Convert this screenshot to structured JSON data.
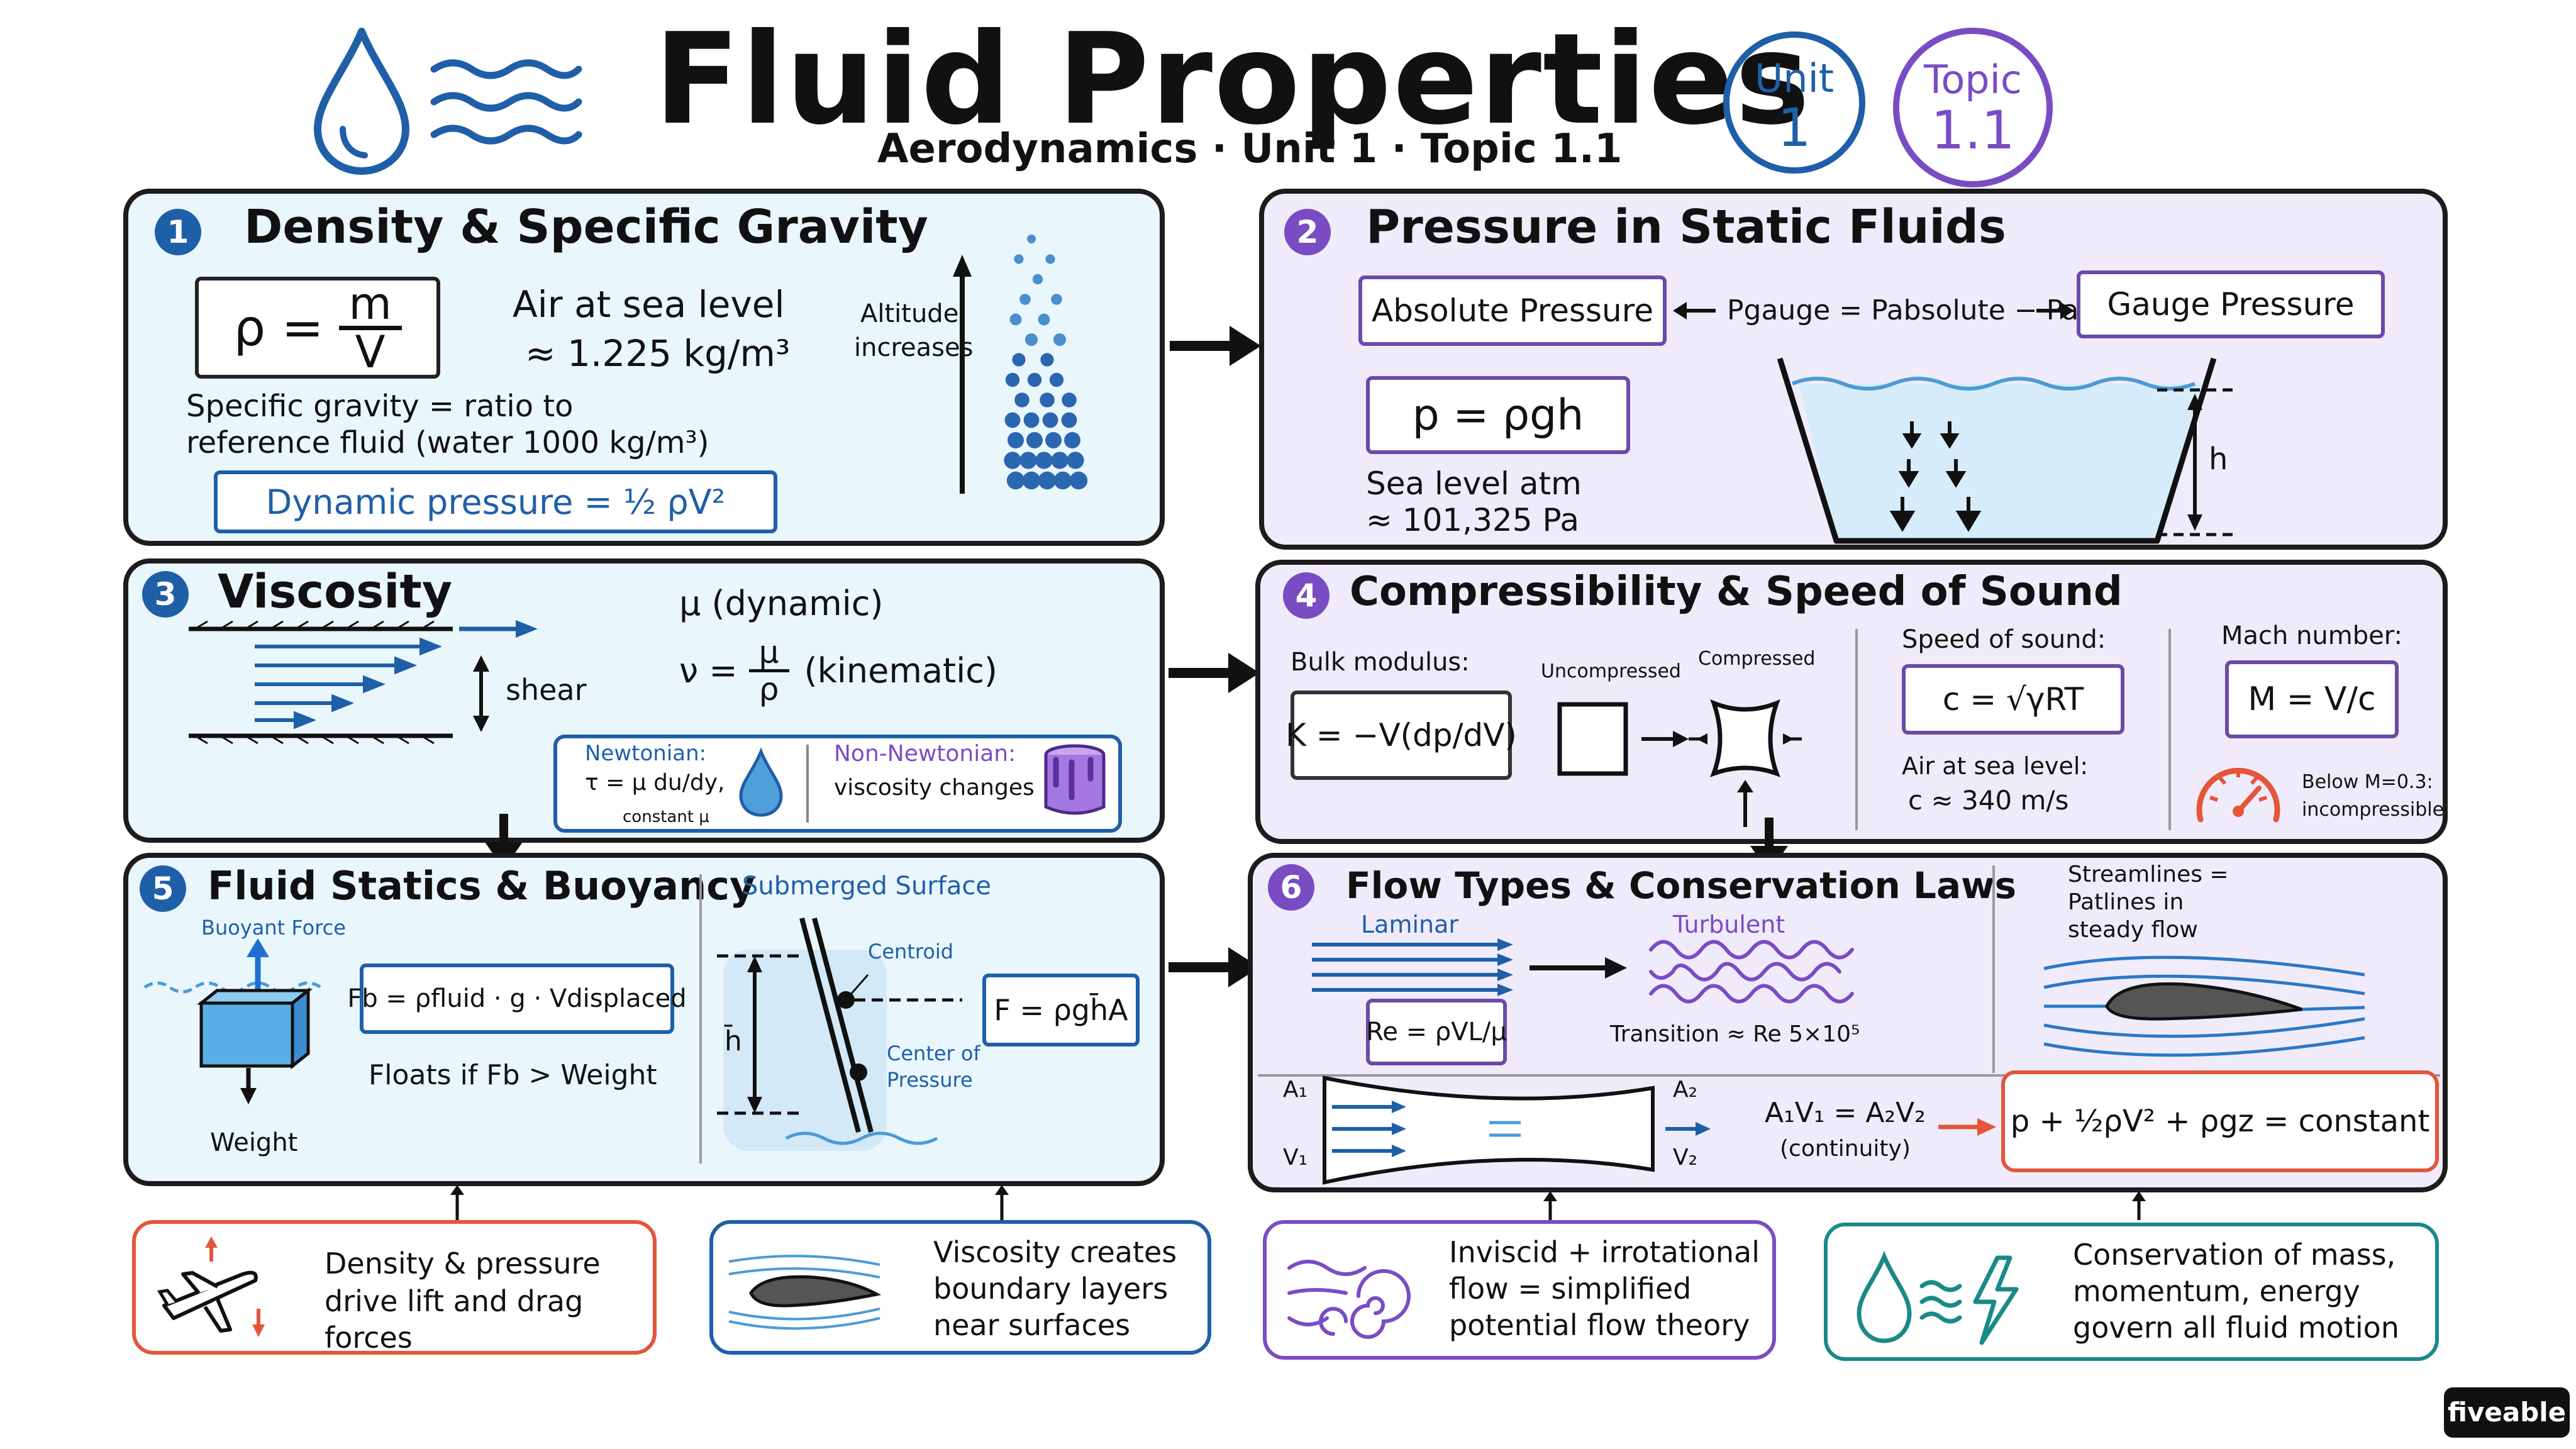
{
  "header": {
    "title": "Fluid Properties",
    "subtitle": "Aerodynamics · Unit 1 · Topic 1.1",
    "unit_badge": {
      "label": "Unit",
      "value": "1"
    },
    "topic_badge": {
      "label": "Topic",
      "value": "1.1"
    }
  },
  "panel1": {
    "number": "1",
    "title": "Density & Specific Gravity",
    "formula_lhs": "ρ =",
    "formula_num": "m",
    "formula_den": "V",
    "air_line1": "Air at sea level",
    "air_line2": "≈ 1.225 kg/m³",
    "sg_line1": "Specific gravity = ratio to",
    "sg_line2": "reference fluid (water 1000 kg/m³)",
    "dynamic": "Dynamic pressure = ½ ρV²",
    "altitude_line1": "Altitude",
    "altitude_line2": "increases"
  },
  "panel2": {
    "number": "2",
    "title": "Pressure in Static Fluids",
    "absolute": "Absolute Pressure",
    "gauge_eq": "Pgauge = Pabsolute − Patm",
    "gauge": "Gauge Pressure",
    "formula": "p = ρgh",
    "atm_line1": "Sea level atm",
    "atm_line2": "≈ 101,325 Pa",
    "h_label": "h"
  },
  "panel3": {
    "number": "3",
    "title": "Viscosity",
    "shear": "shear",
    "dynamic": "μ (dynamic)",
    "kinematic_lhs": "ν =",
    "kinematic_num": "μ",
    "kinematic_den": "ρ",
    "kinematic_label": "(kinematic)",
    "newtonian_title": "Newtonian:",
    "newtonian_eq": "τ = μ du/dy,",
    "newtonian_note": "constant μ",
    "non_newtonian_title": "Non-Newtonian:",
    "non_newtonian_text": "viscosity changes"
  },
  "panel4": {
    "number": "4",
    "title": "Compressibility & Speed of Sound",
    "bulk_label": "Bulk modulus:",
    "bulk_formula": "K = −V(dp/dV)",
    "uncompressed": "Uncompressed",
    "compressed": "Compressed",
    "sound_label": "Speed of sound:",
    "sound_formula": "c = √γRT",
    "air_line1": "Air at sea level:",
    "air_line2": "c ≈ 340 m/s",
    "mach_label": "Mach number:",
    "mach_formula": "M = V/c",
    "mach_note_line1": "Below M=0.3:",
    "mach_note_line2": "incompressible"
  },
  "panel5": {
    "number": "5",
    "title": "Fluid Statics & Buoyancy",
    "buoyant": "Buoyant Force",
    "formula": "Fb = ρfluid · g · Vdisplaced",
    "floats": "Floats if Fb > Weight",
    "weight": "Weight",
    "submerged": "Submerged Surface",
    "centroid": "Centroid",
    "center_line1": "Center of",
    "center_line2": "Pressure",
    "hbar": "h̄",
    "force_formula": "F = ρgh̄A"
  },
  "panel6": {
    "number": "6",
    "title": "Flow Types & Conservation Laws",
    "laminar": "Laminar",
    "turbulent": "Turbulent",
    "reynolds": "Re = ρVL/μ",
    "transition": "Transition ≈ Re 5×10⁵",
    "streamlines_line1": "Streamlines =",
    "streamlines_line2": "Patlines in",
    "streamlines_line3": "steady flow",
    "a1": "A₁",
    "v1": "V₁",
    "a2": "A₂",
    "v2": "V₂",
    "continuity": "A₁V₁ = A₂V₂",
    "continuity_label": "(continuity)",
    "bernoulli": "p + ½ρV² + ρgz = constant"
  },
  "cards": [
    {
      "line1": "Density & pressure",
      "line2": "drive lift and drag forces",
      "line3": "",
      "icon": "airplane-icon",
      "color": "#e4553a"
    },
    {
      "line1": "Viscosity creates",
      "line2": "boundary layers",
      "line3": "near surfaces",
      "icon": "airfoil-icon",
      "color": "#1f5fa8"
    },
    {
      "line1": "Inviscid + irrotational",
      "line2": "flow = simplified",
      "line3": "potential flow theory",
      "icon": "swirl-icon",
      "color": "#7a4cc4"
    },
    {
      "line1": "Conservation of mass,",
      "line2": "momentum, energy",
      "line3": "govern all fluid motion",
      "icon": "drop-wave-bolt-icon",
      "color": "#1a8a88"
    }
  ],
  "brand": "fiveable",
  "colors": {
    "blue": "#1f5fa8",
    "purple": "#7a4cc4",
    "red": "#e4553a",
    "teal": "#1a8a88",
    "panel_blue": "#e9f6fc",
    "panel_purple": "#f0ebfb"
  }
}
